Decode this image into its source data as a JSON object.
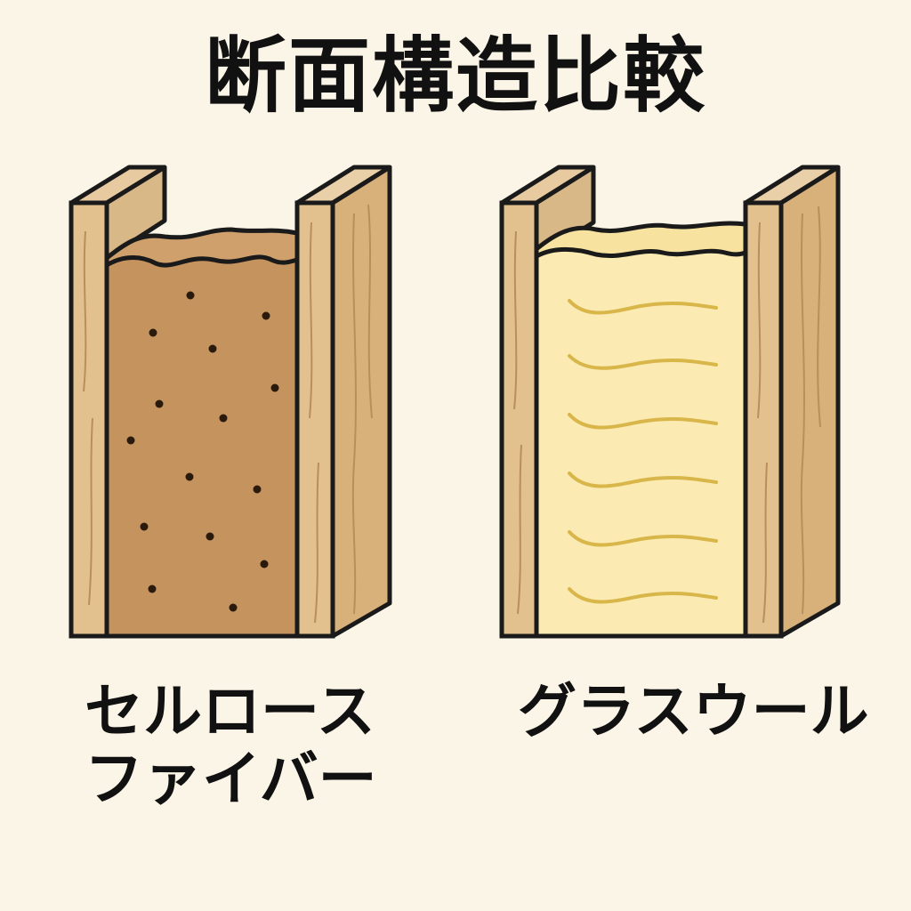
{
  "title": "断面構造比較",
  "panels": [
    {
      "label_line1": "セルロース",
      "label_line2": "ファイバー",
      "fill_color": "#c4935e"
    },
    {
      "label_line1": "グラスウール",
      "fill_color": "#fbebb2"
    }
  ],
  "colors": {
    "background": "#fbf5e8",
    "wood": "#e3c18f",
    "wood_shade": "#d2ab74",
    "outline": "#1a1a1a",
    "cellulose_dots": "#2a1a0c",
    "glasswool_lines": "#d9b64a"
  }
}
